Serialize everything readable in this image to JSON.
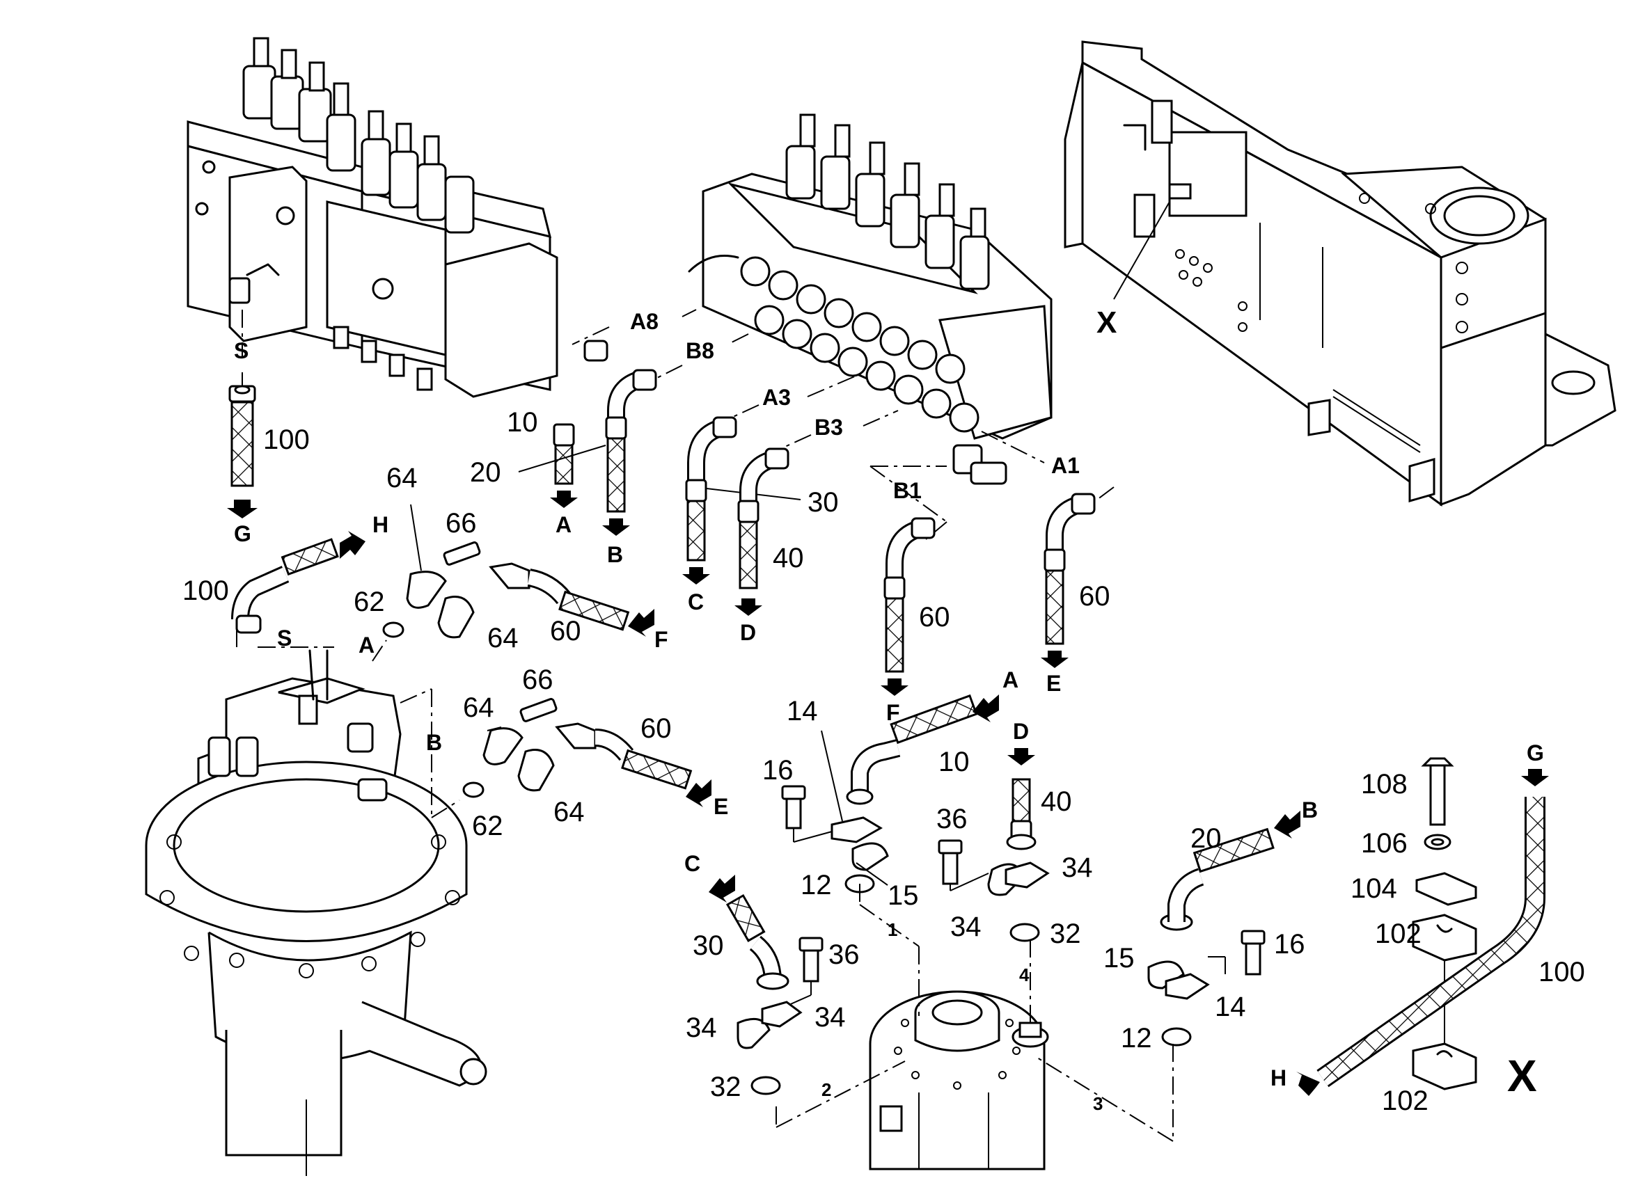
{
  "diagram": {
    "callouts": {
      "n10_top": "10",
      "n20_top": "20",
      "n30_top": "30",
      "n40_top": "40",
      "n60_b1": "60",
      "n60_a1": "60",
      "n100_top": "100",
      "n100_left": "100",
      "n64_a": "64",
      "n66_a": "66",
      "n62_a": "62",
      "n64_b": "64",
      "n60_left": "60",
      "n64_c": "64",
      "n66_b": "66",
      "n60_left2": "60",
      "n62_b": "62",
      "n64_d": "64",
      "n14_a": "14",
      "n10_mid": "10",
      "n16_a": "16",
      "n12_a": "12",
      "n15_a": "15",
      "n36_a": "36",
      "n40_mid": "40",
      "n34_a": "34",
      "n34_b": "34",
      "n32_a": "32",
      "n30_mid": "30",
      "n36_b": "36",
      "n34_c": "34",
      "n34_d": "34",
      "n32_b": "32",
      "n20_mid": "20",
      "n15_b": "15",
      "n16_b": "16",
      "n14_b": "14",
      "n12_b": "12",
      "n108": "108",
      "n106": "106",
      "n104": "104",
      "n102_a": "102",
      "n102_b": "102",
      "n100_right": "100"
    },
    "ports": {
      "A8": "A8",
      "B8": "B8",
      "A3": "A3",
      "B3": "B3",
      "B1": "B1",
      "A1": "A1",
      "S_top": "S",
      "S_motor": "S",
      "A_motor": "A",
      "B_motor": "B",
      "X_frame": "X"
    },
    "arrows": {
      "A_10": "A",
      "B_20": "B",
      "C_30": "C",
      "D_40": "D",
      "F_60": "F",
      "E_60": "E",
      "G_100": "G",
      "H_top": "H",
      "F_left": "F",
      "E_left": "E",
      "A_mid": "A",
      "D_mid": "D",
      "C_mid": "C",
      "B_mid": "B",
      "G_right": "G",
      "H_right": "H"
    },
    "positions": {
      "p1": "1",
      "p2": "2",
      "p3": "3",
      "p4": "4"
    },
    "view_label": "X"
  }
}
